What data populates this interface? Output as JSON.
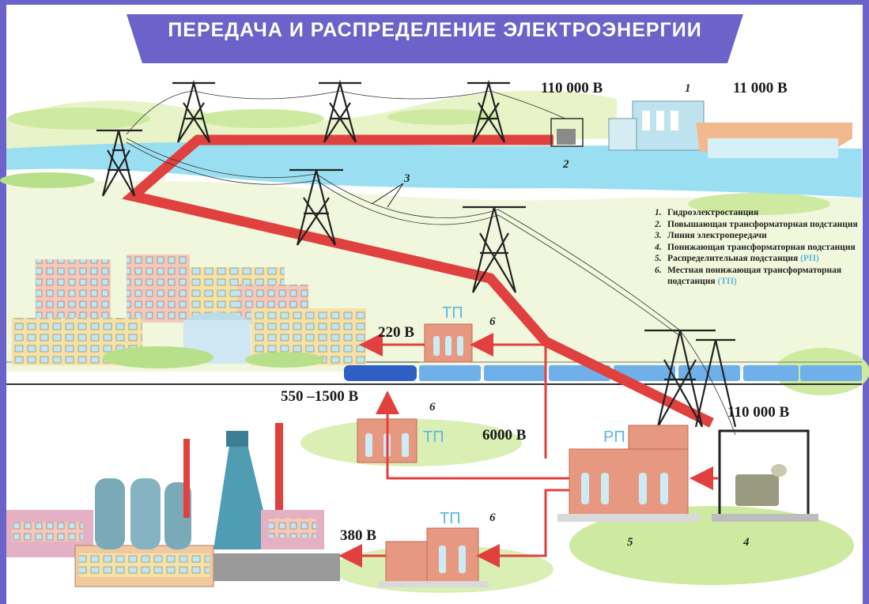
{
  "title": "ПЕРЕДАЧА И РАСПРЕДЕЛЕНИЕ ЭЛЕКТРОЭНЕРГИИ",
  "voltages": {
    "hv_top": "110 000 В",
    "generator": "11 000 В",
    "hv_bottom": "110 000 В",
    "distribution": "6000 В",
    "city": "220 В",
    "railway": "550 –1500 В",
    "factory": "380 В"
  },
  "substations": {
    "rp": "РП",
    "tp": "ТП"
  },
  "callouts": {
    "n1": "1",
    "n2": "2",
    "n3": "3",
    "n4": "4",
    "n5": "5",
    "n6": "6"
  },
  "legend": [
    {
      "n": "1.",
      "text": "Гидроэлектростанция",
      "extra": ""
    },
    {
      "n": "2.",
      "text": "Повышающая трансформаторная подстанция",
      "extra": ""
    },
    {
      "n": "3.",
      "text": "Линия электропередачи",
      "extra": ""
    },
    {
      "n": "4.",
      "text": "Понижающая трансформаторная подстанция",
      "extra": ""
    },
    {
      "n": "5.",
      "text": "Распределительная подстанция",
      "extra": "(РП)"
    },
    {
      "n": "6.",
      "text": "Местная понижающая трансформаторная подстанция",
      "extra": "(ТП)"
    }
  ],
  "colors": {
    "frame": "#6b63c9",
    "banner": "#6b63c9",
    "power_line": "#e0413e",
    "river": "#8fdcf0",
    "brick": "#e79880",
    "label_blue": "#5ab7e0"
  }
}
